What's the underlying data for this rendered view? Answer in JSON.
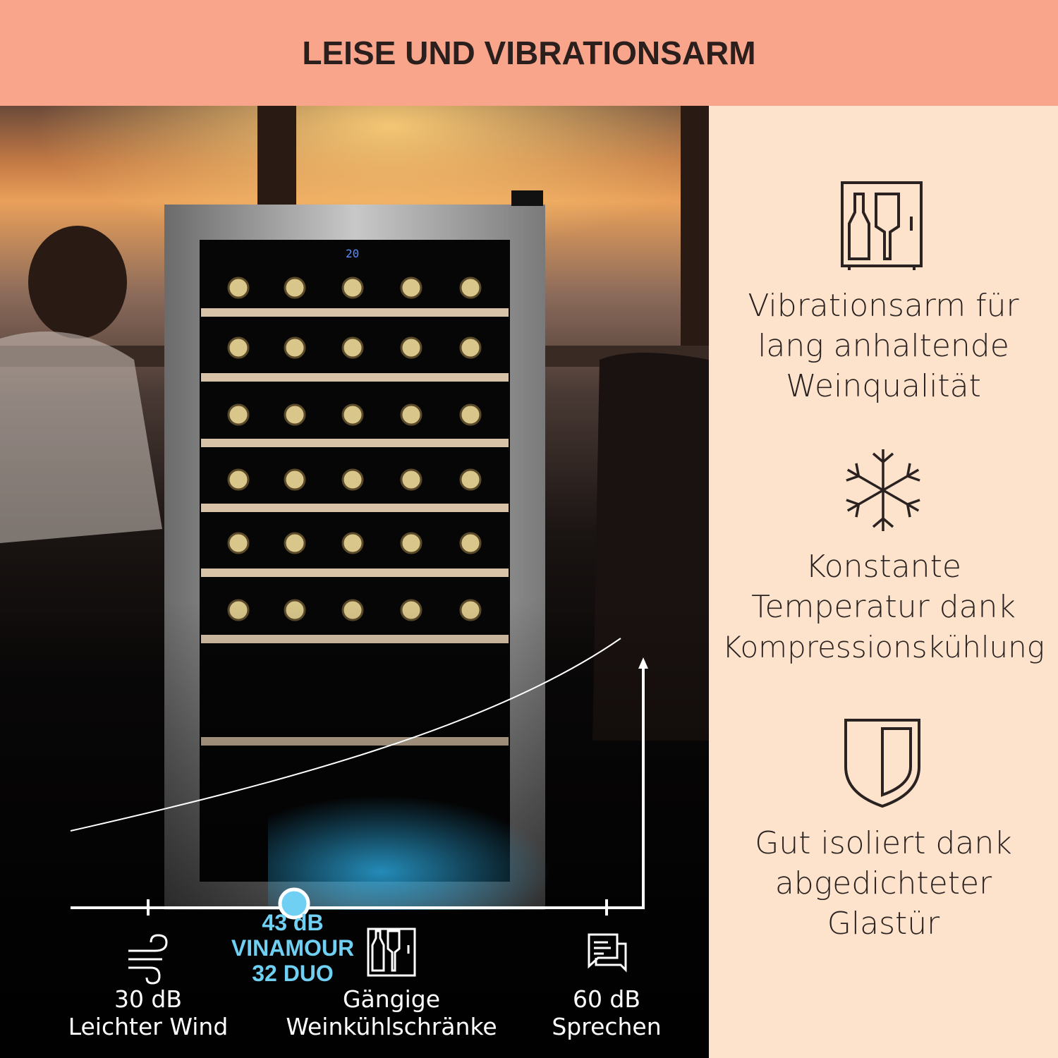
{
  "header": {
    "title": "LEISE UND VIBRATIONSARM"
  },
  "features": [
    {
      "icon": "wine-cooler-icon",
      "text": [
        "Vibrationsarm für",
        "lang anhaltende",
        "Weinqualität"
      ]
    },
    {
      "icon": "snowflake-icon",
      "text": [
        "Konstante",
        "Temperatur dank",
        "Kompressionskühlung"
      ]
    },
    {
      "icon": "shield-icon",
      "text": [
        "Gut isoliert dank",
        "abgedichteter",
        "Glastür"
      ]
    }
  ],
  "fridge_display": {
    "temperature": "20"
  },
  "noise_scale": {
    "highlight": {
      "value": "43 dB",
      "name_line1": "VINAMOUR",
      "name_line2": "32 DUO",
      "color": "#6fd0f3"
    },
    "markers": [
      {
        "icon": "wind-icon",
        "value": "30 dB",
        "label": "Leichter Wind"
      },
      {
        "icon": "wine-cooler-icon",
        "value": "Gängige",
        "label": "Weinkühlschränke"
      },
      {
        "icon": "speech-bubbles-icon",
        "value": "60 dB",
        "label": "Sprechen"
      }
    ]
  },
  "colors": {
    "header": "#f8a58c",
    "panel": "#fde3cc",
    "accent": "#6fd0f3"
  }
}
